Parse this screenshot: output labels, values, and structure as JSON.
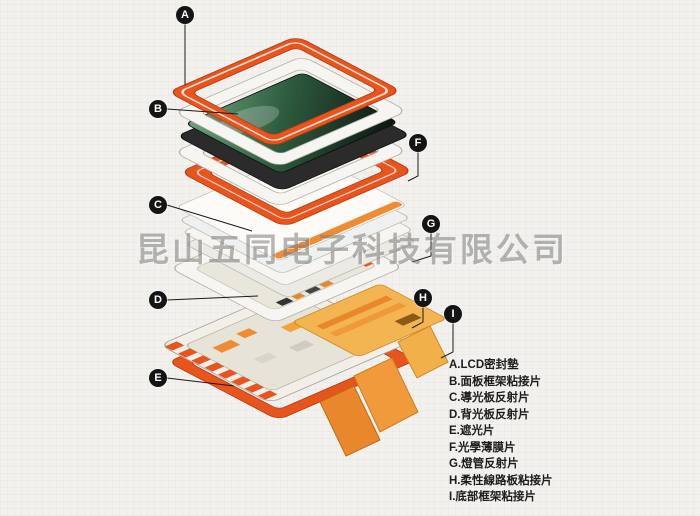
{
  "diagram": {
    "watermark": "昆山五同电子科技有限公司",
    "labels": [
      "A",
      "B",
      "C",
      "D",
      "E",
      "F",
      "G",
      "H",
      "I"
    ],
    "legend": [
      "A.LCD密封墊",
      "B.面板框架粘接片",
      "C.導光板反射片",
      "D.背光板反射片",
      "E.遮光片",
      "F.光學薄膜片",
      "G.燈管反射片",
      "H.柔性線路板粘接片",
      "I.底部框架粘接片"
    ]
  },
  "colors": {
    "accent_orange": "#e8541e",
    "ribbon_orange": "#f09a3c",
    "flex_circuit_tan": "#f3b452",
    "glass_green": "#2e5b3f",
    "label_black": "#141414",
    "metal_white": "#f1efe8"
  }
}
